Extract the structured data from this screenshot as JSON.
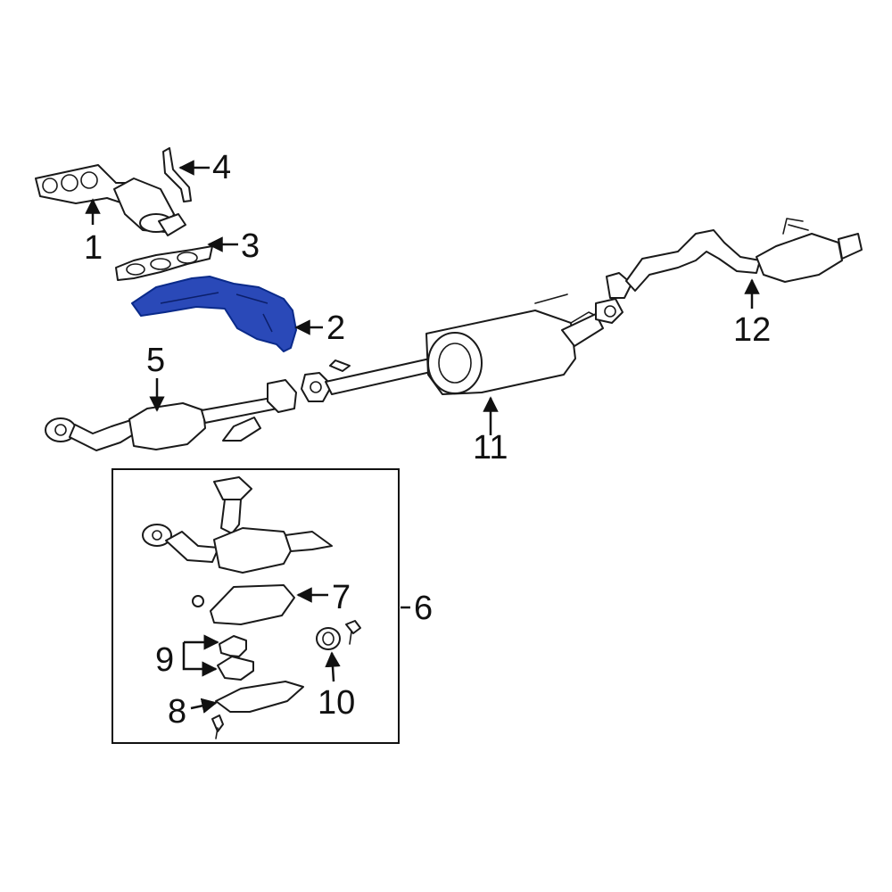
{
  "highlight_color": "#2a49b8",
  "callouts": [
    {
      "id": "1",
      "text": "1"
    },
    {
      "id": "2",
      "text": "2"
    },
    {
      "id": "3",
      "text": "3"
    },
    {
      "id": "4",
      "text": "4"
    },
    {
      "id": "5",
      "text": "5"
    },
    {
      "id": "6",
      "text": "6"
    },
    {
      "id": "7",
      "text": "7"
    },
    {
      "id": "8",
      "text": "8"
    },
    {
      "id": "9",
      "text": "9"
    },
    {
      "id": "10",
      "text": "10"
    },
    {
      "id": "11",
      "text": "11"
    },
    {
      "id": "12",
      "text": "12"
    }
  ]
}
